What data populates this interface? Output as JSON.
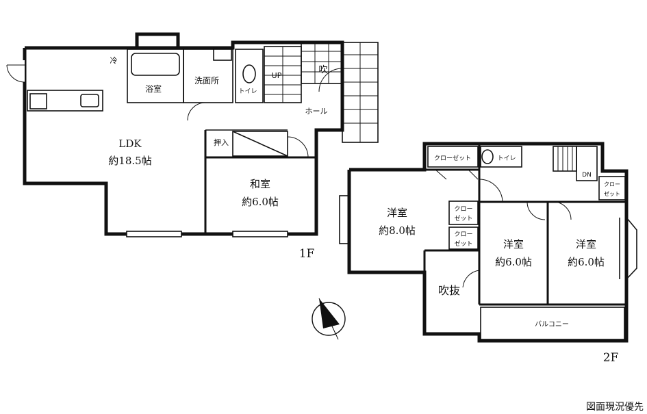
{
  "floor1": {
    "label": "1F",
    "rooms": {
      "ldk_name": "LDK",
      "ldk_size": "約18.5帖",
      "washitsu_name": "和室",
      "washitsu_size": "約6.0帖",
      "bath": "浴室",
      "washroom": "洗面所",
      "toilet": "トイレ",
      "hall": "ホール",
      "oshiire": "押入",
      "fridge": "冷",
      "up": "UP",
      "stairs_top": "吹"
    }
  },
  "floor2": {
    "label": "2F",
    "rooms": {
      "western1_name": "洋室",
      "western1_size": "約8.0帖",
      "western2_name": "洋室",
      "western2_size": "約6.0帖",
      "western3_name": "洋室",
      "western3_size": "約6.0帖",
      "fukinuke": "吹抜",
      "balcony": "バルコニー",
      "closet_top": "クローゼット",
      "closet_a1": "クロー",
      "closet_a2": "ゼット",
      "closet_b1": "クロー",
      "closet_b2": "ゼット",
      "closet_c1": "クロー",
      "closet_c2": "ゼット",
      "toilet": "トイレ",
      "dn": "DN"
    }
  },
  "compass_icon": "north-arrow-icon",
  "note": "図面現況優先"
}
